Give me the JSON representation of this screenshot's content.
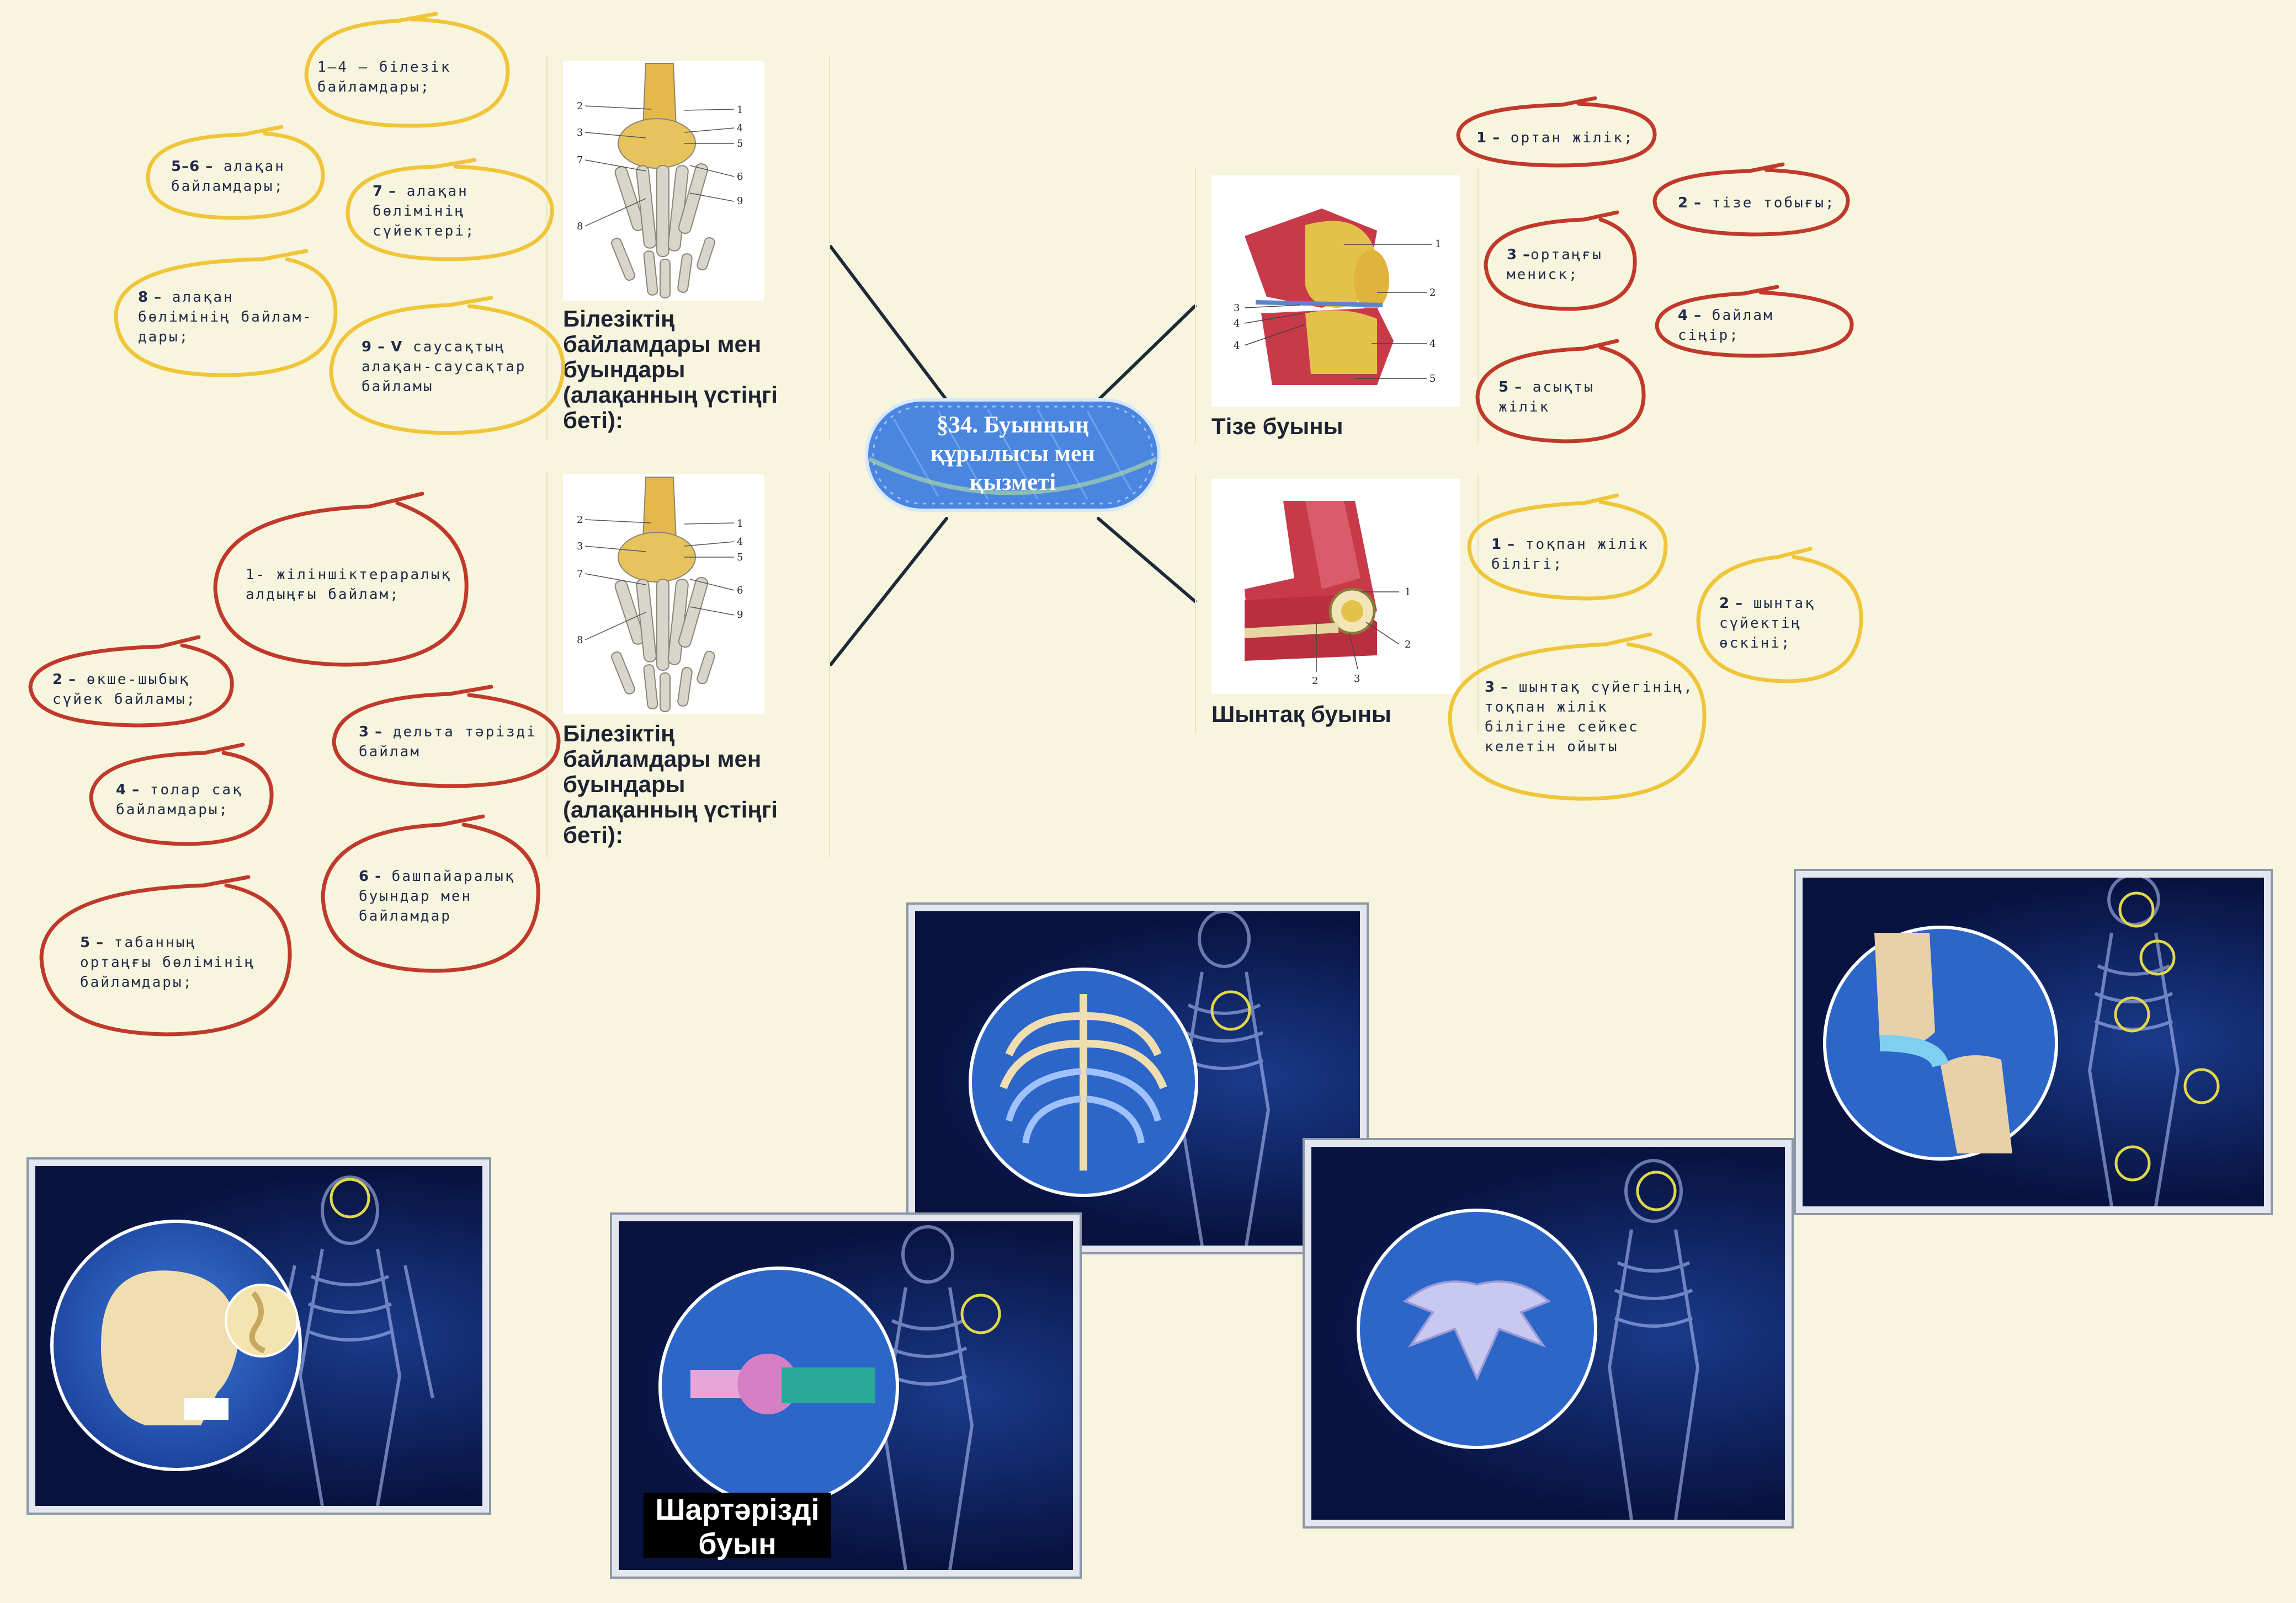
{
  "center": {
    "title": "§34. Буынның құрылысы мен қызметі"
  },
  "hubs": {
    "wrist_top": {
      "caption": "Білезіктің байламдары мен буындары (алақанның үстіңгі беті):"
    },
    "wrist_bottom": {
      "caption": "Білезіктің байламдары мен буындары (алақанның үстіңгі беті):"
    },
    "knee": {
      "caption": "Тізе буыны"
    },
    "elbow": {
      "caption": "Шынтақ буыны"
    }
  },
  "bubbles": [
    {
      "id": "w1",
      "num": "",
      "text": "1–4  – білезік байламдары;",
      "color": "#f0c53a"
    },
    {
      "id": "w2",
      "num": "5–6 –",
      "text": " алақан байламдары;",
      "color": "#f0c53a"
    },
    {
      "id": "w3",
      "num": "7 –",
      "text": " алақан бөлімінің сүйектері;",
      "color": "#f0c53a"
    },
    {
      "id": "w4",
      "num": "8 –",
      "text": " алақан бөлімінің байлам-дары;",
      "color": "#f0c53a"
    },
    {
      "id": "w5",
      "num": "9 – V",
      "text": " саусақтың алақан-саусақтар байламы",
      "color": "#f0c53a"
    },
    {
      "id": "f1",
      "num": "",
      "text": "1- жіліншіктераралық алдыңғы байлам;",
      "color": "#c0392b"
    },
    {
      "id": "f2",
      "num": "2 –",
      "text": " өкше-шыбық сүйек байламы;",
      "color": "#c0392b"
    },
    {
      "id": "f3",
      "num": "3 –",
      "text": " дельта тәрізді байлам",
      "color": "#c0392b"
    },
    {
      "id": "f4",
      "num": "4 –",
      "text": " толар сақ байламдары;",
      "color": "#c0392b"
    },
    {
      "id": "f5",
      "num": "5 –",
      "text": " табанның ортаңғы бөлімінің байламдары;",
      "color": "#c0392b"
    },
    {
      "id": "f6",
      "num": "6 -",
      "text": " башпайаралық буындар мен байламдар",
      "color": "#c0392b"
    },
    {
      "id": "k1",
      "num": "1 –",
      "text": " ортан жілік;",
      "color": "#c0392b"
    },
    {
      "id": "k2",
      "num": "2 –",
      "text": " тізе тобығы;",
      "color": "#c0392b"
    },
    {
      "id": "k3",
      "num": "3 –",
      "text": "ортаңғы мениск;",
      "color": "#c0392b"
    },
    {
      "id": "k4",
      "num": "4 –",
      "text": " байлам сіңір;",
      "color": "#c0392b"
    },
    {
      "id": "k5",
      "num": "5 –",
      "text": " асықты жілік",
      "color": "#c0392b"
    },
    {
      "id": "e1",
      "num": "1 –",
      "text": " тоқпан жілік білігі;",
      "color": "#f0c53a"
    },
    {
      "id": "e2",
      "num": "2 –",
      "text": " шынтақ сүйектің өскіні;",
      "color": "#f0c53a"
    },
    {
      "id": "e3",
      "num": "3 –",
      "text": " шынтақ сүйегінің, тоқпан жілік білігіне сейкес келетін ойыты",
      "color": "#f0c53a"
    }
  ],
  "hand_figure": {
    "labels": [
      "2",
      "1",
      "3",
      "4",
      "5",
      "7",
      "6",
      "9",
      "8"
    ]
  },
  "knee_figure": {
    "labels": [
      "1",
      "2",
      "3",
      "4",
      "4",
      "4",
      "5"
    ]
  },
  "elbow_figure": {
    "labels": [
      "1",
      "2",
      "2",
      "3"
    ]
  },
  "animation_frames": {
    "ball_joint": {
      "label": "Шартәрізді буын"
    }
  },
  "colors": {
    "yellow_outline": "#f0c53a",
    "red_outline": "#c0392b",
    "center_fill": "#4a86e0",
    "connector": "#1e2a38"
  }
}
